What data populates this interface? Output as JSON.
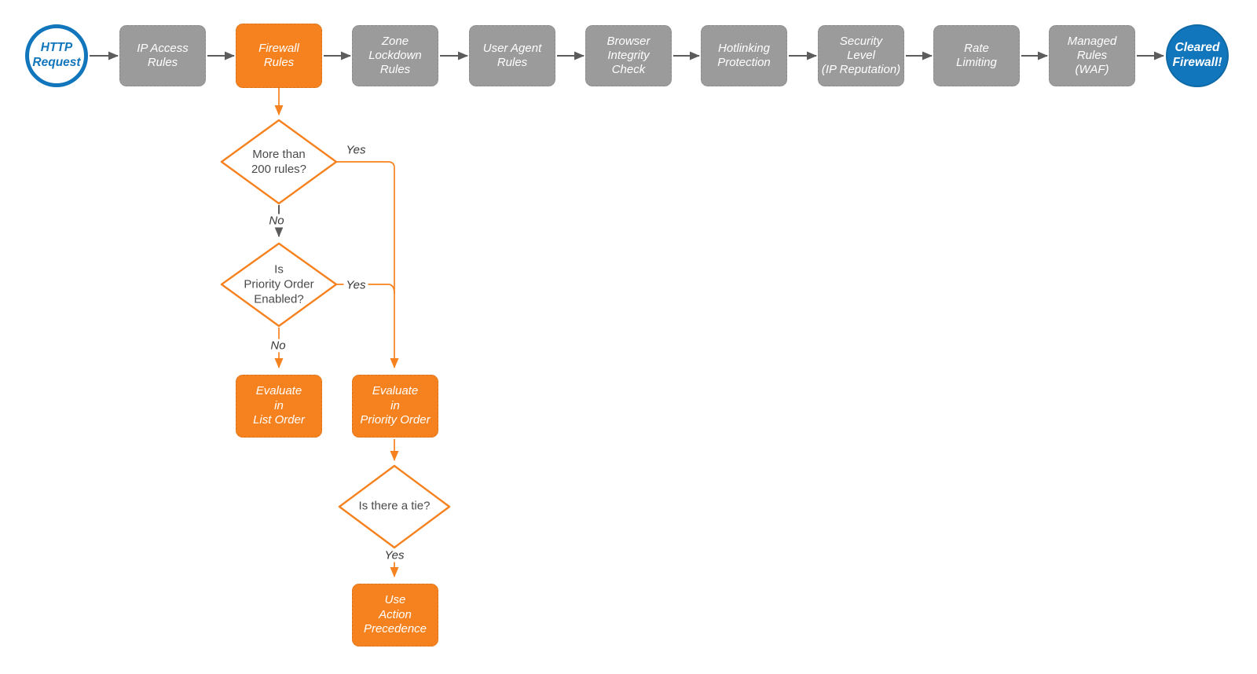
{
  "colors": {
    "orange": "#F6821F",
    "gray": "#9B9B9B",
    "blue": "#1176BB",
    "line_gray": "#5C5C5C"
  },
  "pipeline": [
    {
      "id": "http-request",
      "label": "HTTP\nRequest",
      "shape": "circle",
      "highlighted": false
    },
    {
      "id": "ip-access-rules",
      "label": "IP Access\nRules",
      "shape": "box",
      "highlighted": false
    },
    {
      "id": "firewall-rules",
      "label": "Firewall\nRules",
      "shape": "box",
      "highlighted": true
    },
    {
      "id": "zone-lockdown",
      "label": "Zone\nLockdown\nRules",
      "shape": "box",
      "highlighted": false
    },
    {
      "id": "user-agent-rules",
      "label": "User Agent\nRules",
      "shape": "box",
      "highlighted": false
    },
    {
      "id": "browser-integrity",
      "label": "Browser\nIntegrity\nCheck",
      "shape": "box",
      "highlighted": false
    },
    {
      "id": "hotlinking",
      "label": "Hotlinking\nProtection",
      "shape": "box",
      "highlighted": false
    },
    {
      "id": "security-level",
      "label": "Security\nLevel\n(IP Reputation)",
      "shape": "box",
      "highlighted": false
    },
    {
      "id": "rate-limiting",
      "label": "Rate\nLimiting",
      "shape": "box",
      "highlighted": false
    },
    {
      "id": "managed-rules",
      "label": "Managed\nRules\n(WAF)",
      "shape": "box",
      "highlighted": false
    },
    {
      "id": "cleared-firewall",
      "label": "Cleared\nFirewall!",
      "shape": "circle",
      "highlighted": true
    }
  ],
  "decision_tree": {
    "d1": {
      "question": "More than\n200 rules?",
      "yes_label": "Yes",
      "no_label": "No"
    },
    "d2": {
      "question": "Is\nPriority Order\nEnabled?",
      "yes_label": "Yes",
      "no_label": "No"
    },
    "d3": {
      "question": "Is there a tie?",
      "yes_label": "Yes"
    },
    "evaluate_list_order": "Evaluate\nin\nList Order",
    "evaluate_priority_order": "Evaluate\nin\nPriority Order",
    "use_action_precedence": "Use\nAction\nPrecedence"
  }
}
